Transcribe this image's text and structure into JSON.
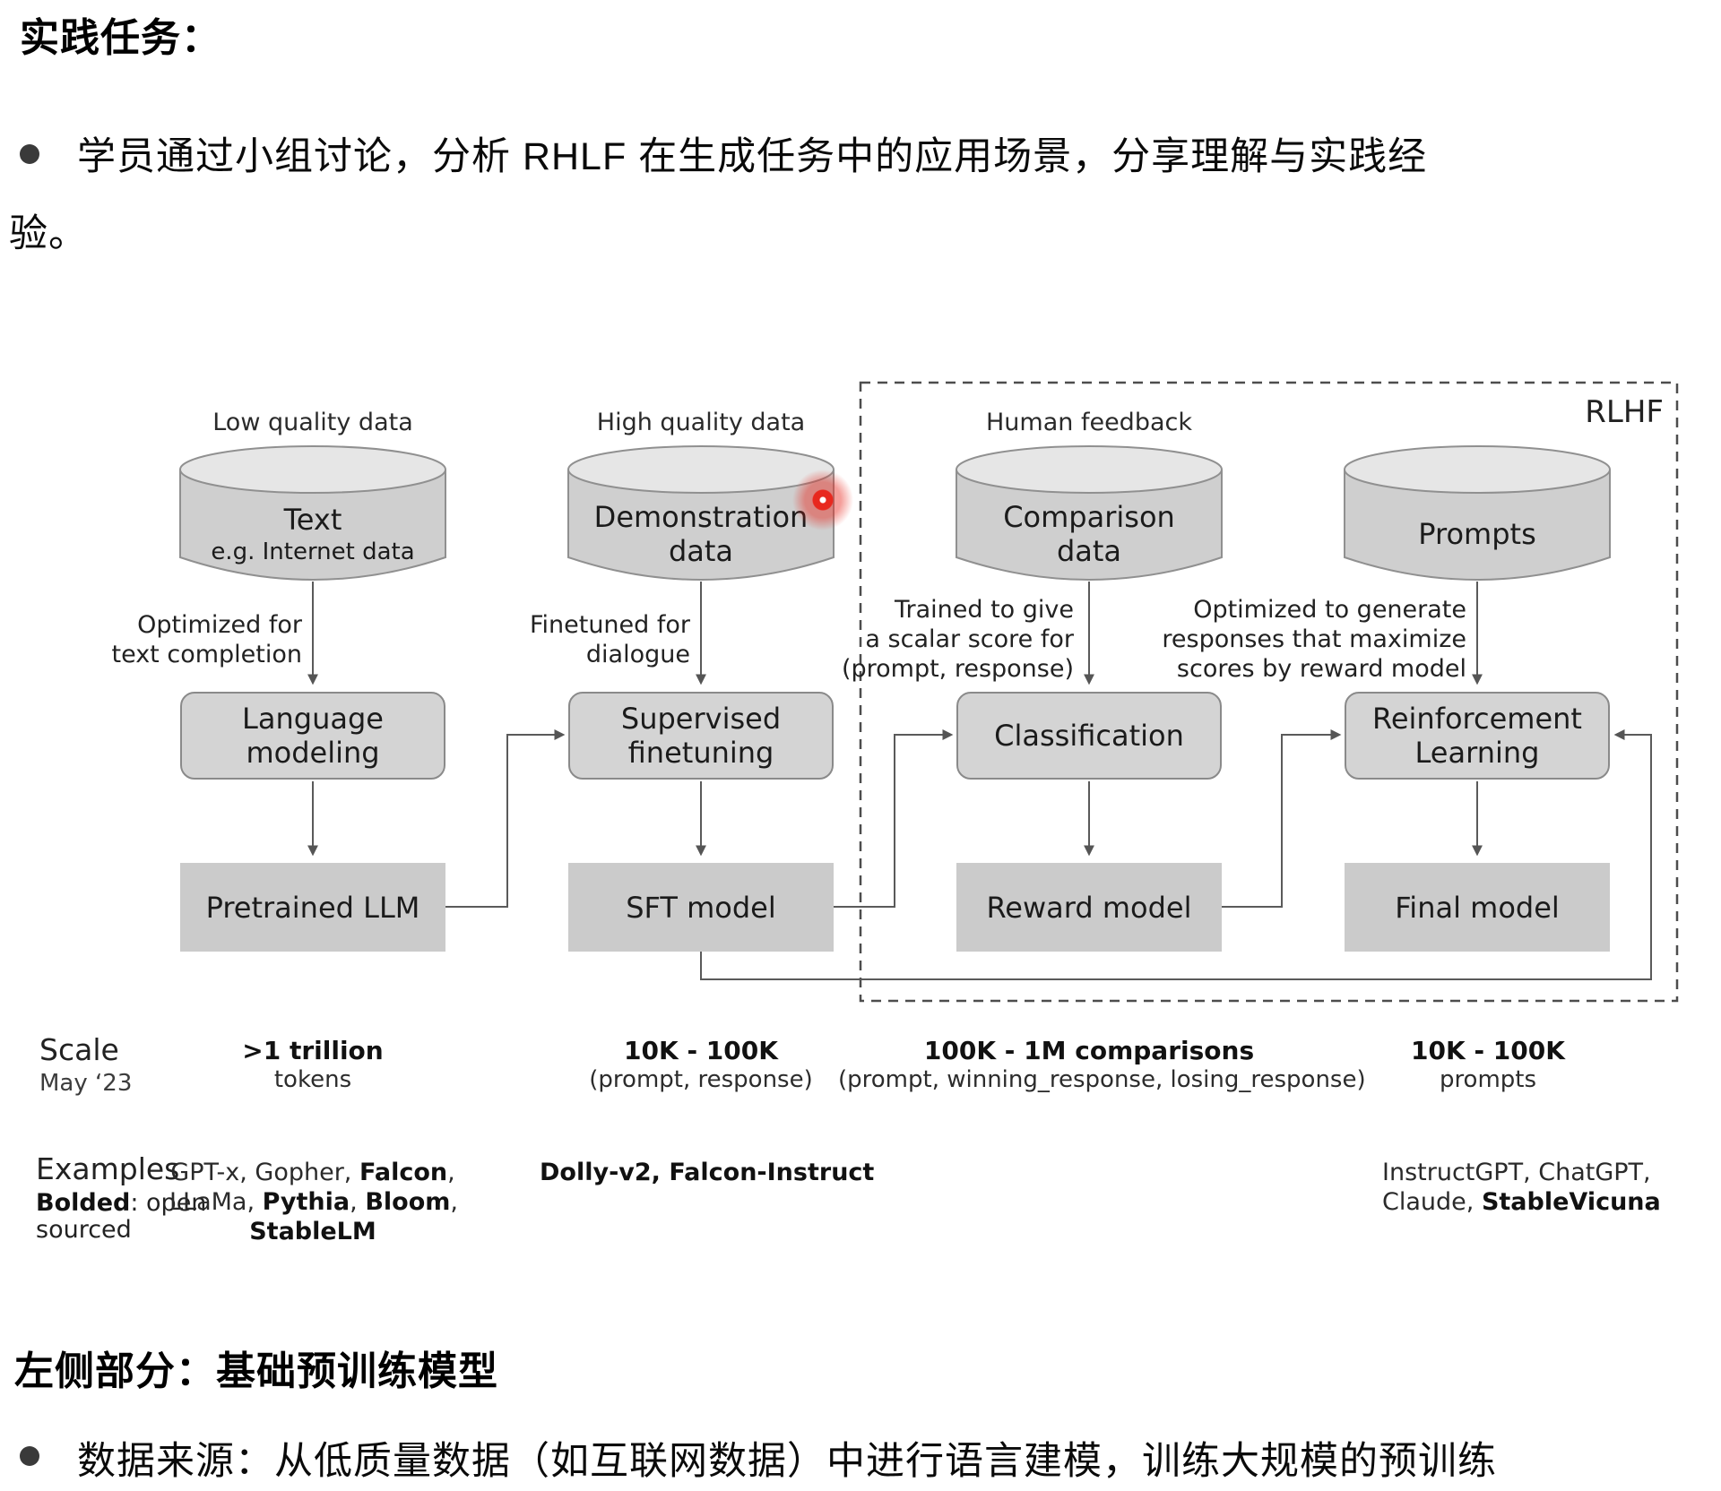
{
  "colors": {
    "marker_red": "#e8281e",
    "process_box_fill": "#d4d4d4",
    "model_box_fill": "#cbcbcb",
    "cylinder_fill": "#cfcfcf",
    "line": "#5a5a5a"
  },
  "header": {
    "title": "实践任务：",
    "bullet_line1": "学员通过小组讨论，分析 RHLF 在生成任务中的应用场景，分享理解与实践经",
    "bullet_line2": "验。"
  },
  "diagram": {
    "rlhf_label": "RLHF",
    "columns": [
      {
        "top_label": "Low quality data",
        "cylinder_main": "Text",
        "cylinder_sub": "e.g. Internet data",
        "note": [
          "Optimized for",
          "text completion",
          ""
        ],
        "process": "Language modeling",
        "model": "Pretrained LLM"
      },
      {
        "top_label": "High quality data",
        "cylinder_main": "Demonstration data",
        "cylinder_sub": "",
        "note": [
          "Finetuned for",
          "dialogue",
          ""
        ],
        "process": "Supervised finetuning",
        "model": "SFT model"
      },
      {
        "top_label": "Human feedback",
        "cylinder_main": "Comparison data",
        "cylinder_sub": "",
        "note": [
          "Trained to give",
          "a scalar score for",
          "(prompt, response)"
        ],
        "process": "Classification",
        "model": "Reward model"
      },
      {
        "top_label": "",
        "cylinder_main": "Prompts",
        "cylinder_sub": "",
        "note": [
          "Optimized to generate",
          "responses that maximize",
          "scores by reward model"
        ],
        "process": "Reinforcement Learning",
        "model": "Final model"
      }
    ]
  },
  "scale_row": {
    "heading": "Scale",
    "date": "May ‘23",
    "col1_main": ">1 trillion",
    "col1_sub": "tokens",
    "col2_main": "10K - 100K",
    "col2_sub": "(prompt, response)",
    "col3_main_rich": [
      {
        "t": "100K - 1M",
        "b": true
      },
      {
        "t": " comparisons",
        "b": false
      }
    ],
    "col3_sub": "(prompt, winning_response, losing_response)",
    "col4_main": "10K - 100K",
    "col4_sub": "prompts"
  },
  "examples_row": {
    "heading": "Examples",
    "note_rich": [
      {
        "t": "Bolded",
        "b": true
      },
      {
        "t": ": open",
        "b": false
      }
    ],
    "note_line2": "sourced",
    "col1_line1": [
      {
        "t": "GPT-x, Gopher, ",
        "b": false
      },
      {
        "t": "Falcon",
        "b": true
      },
      {
        "t": ",",
        "b": false
      }
    ],
    "col1_line2": [
      {
        "t": "LLaMa, ",
        "b": false
      },
      {
        "t": "Pythia",
        "b": true
      },
      {
        "t": ", ",
        "b": false
      },
      {
        "t": "Bloom",
        "b": true
      },
      {
        "t": ",",
        "b": false
      }
    ],
    "col1_line3": [
      {
        "t": "StableLM",
        "b": true
      }
    ],
    "col2_line1": [
      {
        "t": "Dolly-v2, Falcon-Instruct",
        "b": true
      }
    ],
    "col4_line1": [
      {
        "t": "InstructGPT, ChatGPT,",
        "b": false
      }
    ],
    "col4_line2": [
      {
        "t": "Claude, ",
        "b": false
      },
      {
        "t": "StableVicuna",
        "b": true
      }
    ]
  },
  "footer": {
    "heading": "左侧部分：基础预训练模型",
    "bullet_line1": "数据来源：从低质量数据（如互联网数据）中进行语言建模，训练大规模的预训练"
  }
}
